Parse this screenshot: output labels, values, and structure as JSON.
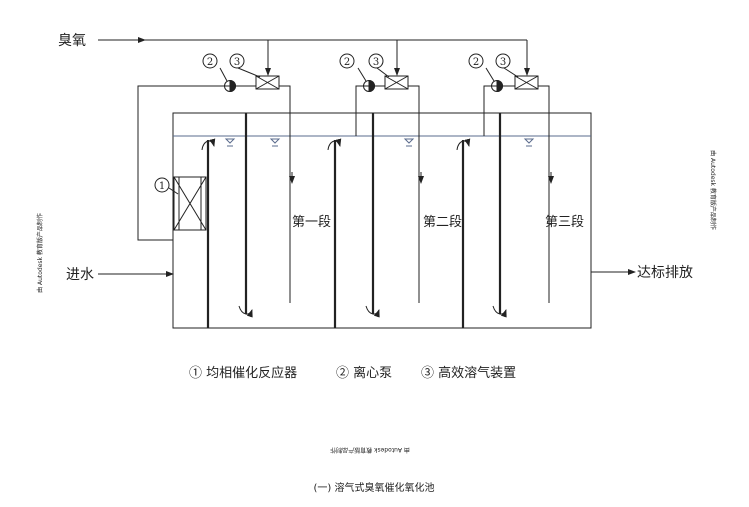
{
  "labels": {
    "ozone": "臭氧",
    "inlet": "进水",
    "outlet": "达标排放",
    "stage1": "第一段",
    "stage2": "第二段",
    "stage3": "第三段"
  },
  "markers": {
    "m1": "①",
    "m2": "②",
    "m3": "③"
  },
  "legend": {
    "item1": "① 均相催化反应器",
    "item2": "② 离心泵",
    "item3": "③ 高效溶气装置"
  },
  "caption": "(一) 溶气式臭氧催化氧化池",
  "watermark": "由 Autodesk 教育版产品制作",
  "colors": {
    "line": "#222222",
    "water": "#5a6b8c"
  }
}
